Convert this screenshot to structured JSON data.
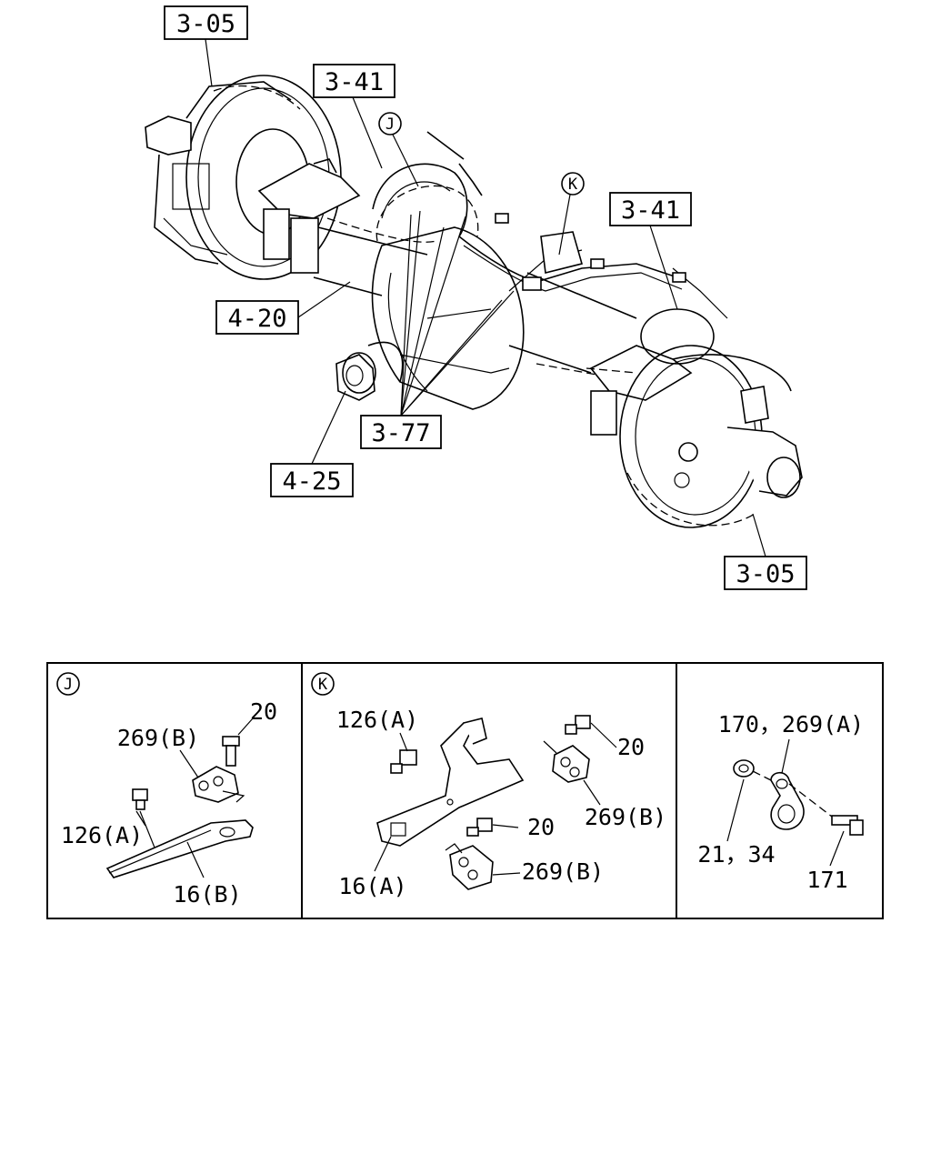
{
  "main_diagram": {
    "ref_labels": {
      "brake_left": "3-05",
      "brake_right": "3-05",
      "pipe_left": "3-41",
      "pipe_right": "3-41",
      "axle_housing": "4-20",
      "pinion_flange": "4-25",
      "clips": "3-77"
    },
    "callouts": {
      "j": "J",
      "k": "K"
    }
  },
  "detail_j": {
    "marker": "J",
    "labels": {
      "bolt_20": "20",
      "clip_269b": "269(B)",
      "bolt_126a": "126(A)",
      "bracket_16b": "16(B)"
    }
  },
  "detail_k": {
    "marker": "K",
    "labels": {
      "bolt_126a": "126(A)",
      "bolt_20_top": "20",
      "clip_269b_top": "269(B)",
      "bolt_20_mid": "20",
      "clip_269b_bottom": "269(B)",
      "bracket_16a": "16(A)"
    }
  },
  "detail_clip": {
    "labels": {
      "clip_170_269a": "170，269(A)",
      "nut_21_34": "21，34",
      "bolt_171": "171"
    }
  }
}
